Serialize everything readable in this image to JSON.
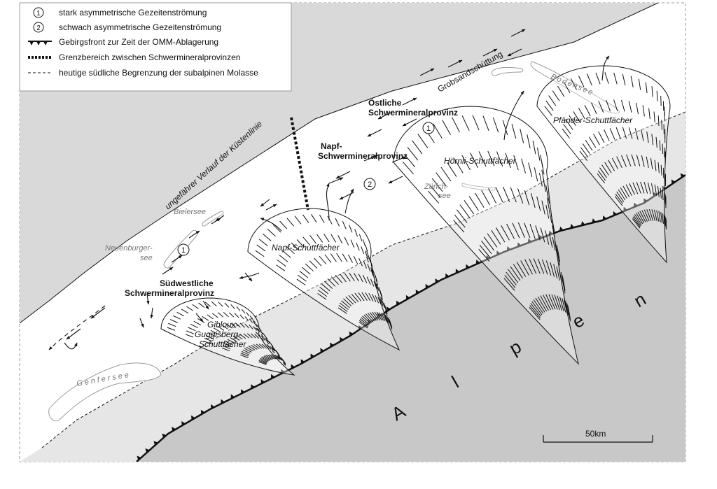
{
  "legend": {
    "items": [
      {
        "symbol": "1",
        "text": "stark asymmetrische Gezeitenströmung"
      },
      {
        "symbol": "2",
        "text": "schwach asymmetrische Gezeitenströmung"
      },
      {
        "symbol": "sawtooth-line",
        "text": "Gebirgsfront zur Zeit der OMM-Ablagerung"
      },
      {
        "symbol": "heavy-dotted-line",
        "text": "Grenzbereich zwischen Schwermineralprovinzen"
      },
      {
        "symbol": "dashed-line",
        "text": "heutige südliche Begrenzung der subalpinen Molasse"
      }
    ]
  },
  "labels": {
    "coastline": "ungefährer Verlauf der Küstenlinie",
    "grobsand": "Grobsandschüttung",
    "oestliche_1": "Östliche",
    "oestliche_2": "Schwermineralprovinz",
    "napf_prov_1": "Napf-",
    "napf_prov_2": "Schwermineralprovinz",
    "sw_prov_1": "Südwestliche",
    "sw_prov_2": "Schwermineralprovinz",
    "scale": "50km",
    "alpen": [
      "A",
      "l",
      "p",
      "e",
      "n"
    ]
  },
  "lakes": {
    "bielersee": "Bielersee",
    "neuenburgersee_1": "Neuenburger-",
    "neuenburgersee_2": "see",
    "genfersee": "Genfersee",
    "zuerichsee_1": "Zürich-",
    "zuerichsee_2": "see",
    "bodensee": "Bodensee"
  },
  "fans": {
    "napf": "Napf-Schuttfächer",
    "hoernli": "Hörnli-Schuttfächer",
    "pfaender": "Pfänder-Schuttfächer",
    "gibloux_1": "Gibloux-",
    "gibloux_2": "Guggisberg-",
    "gibloux_3": "Schuttfächer"
  },
  "markers": {
    "circle_1": "1",
    "circle_2": "2"
  },
  "colors": {
    "land_north": "#d9d9d9",
    "sea": "#ffffff",
    "molasse_belt": "#e6e6e6",
    "alps": "#c8c8c8",
    "lines": "#111111",
    "lake_outline": "#9a9a9a"
  }
}
